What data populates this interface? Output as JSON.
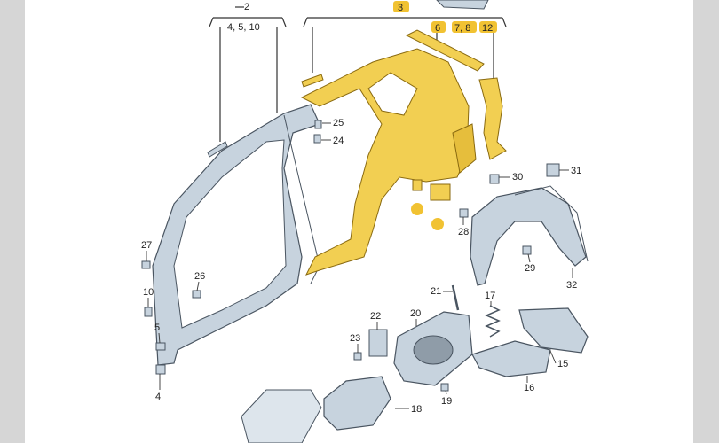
{
  "diagram": {
    "header_labels": {
      "group_2": "2",
      "group_2_sub": "4, 5, 10",
      "group_3": "3",
      "sub_6": "6",
      "sub_7_8": "7, 8",
      "sub_12": "12"
    },
    "callouts": [
      {
        "id": "c25",
        "text": "25"
      },
      {
        "id": "c24",
        "text": "24"
      },
      {
        "id": "c30",
        "text": "30"
      },
      {
        "id": "c31",
        "text": "31"
      },
      {
        "id": "c28",
        "text": "28"
      },
      {
        "id": "c29",
        "text": "29"
      },
      {
        "id": "c32",
        "text": "32"
      },
      {
        "id": "c27",
        "text": "27"
      },
      {
        "id": "c26",
        "text": "26"
      },
      {
        "id": "c10",
        "text": "10"
      },
      {
        "id": "c5",
        "text": "5"
      },
      {
        "id": "c4",
        "text": "4"
      },
      {
        "id": "c21",
        "text": "21"
      },
      {
        "id": "c17",
        "text": "17"
      },
      {
        "id": "c22",
        "text": "22"
      },
      {
        "id": "c20",
        "text": "20"
      },
      {
        "id": "c23",
        "text": "23"
      },
      {
        "id": "c15",
        "text": "15"
      },
      {
        "id": "c16",
        "text": "16"
      },
      {
        "id": "c19",
        "text": "19"
      },
      {
        "id": "c18",
        "text": "18"
      }
    ],
    "colors": {
      "highlight": "#f2cf52",
      "part_fill": "#c7d3de",
      "part_stroke": "#4a5561",
      "badge": "#f1c232"
    }
  }
}
